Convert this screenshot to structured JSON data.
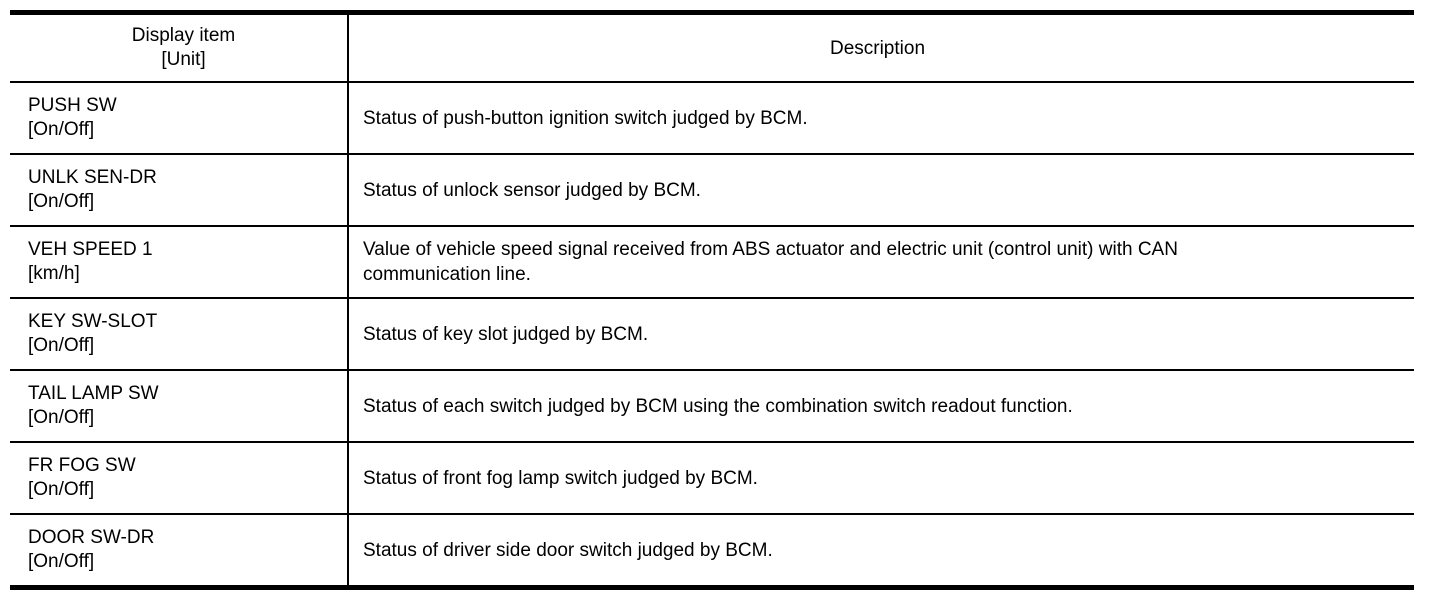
{
  "table": {
    "header": {
      "display_item_line1": "Display item",
      "display_item_line2": "[Unit]",
      "description": "Description"
    },
    "rows": [
      {
        "item": "PUSH SW",
        "unit": "[On/Off]",
        "description": "Status of push-button ignition switch judged by BCM."
      },
      {
        "item": "UNLK SEN-DR",
        "unit": "[On/Off]",
        "description": "Status of unlock sensor judged by BCM."
      },
      {
        "item": "VEH SPEED 1",
        "unit": "[km/h]",
        "description": "Value of vehicle speed signal received from ABS actuator and electric unit (control unit) with CAN\ncommunication line."
      },
      {
        "item": "KEY SW-SLOT",
        "unit": "[On/Off]",
        "description": "Status of key slot judged by BCM."
      },
      {
        "item": "TAIL LAMP SW",
        "unit": "[On/Off]",
        "description": "Status of each switch judged by BCM using the combination switch readout function."
      },
      {
        "item": "FR FOG SW",
        "unit": "[On/Off]",
        "description": "Status of front fog lamp switch judged by BCM."
      },
      {
        "item": "DOOR SW-DR",
        "unit": "[On/Off]",
        "description": "Status of driver side door switch judged by BCM."
      }
    ],
    "colors": {
      "border": "#000000",
      "background": "#ffffff",
      "text": "#000000"
    }
  }
}
